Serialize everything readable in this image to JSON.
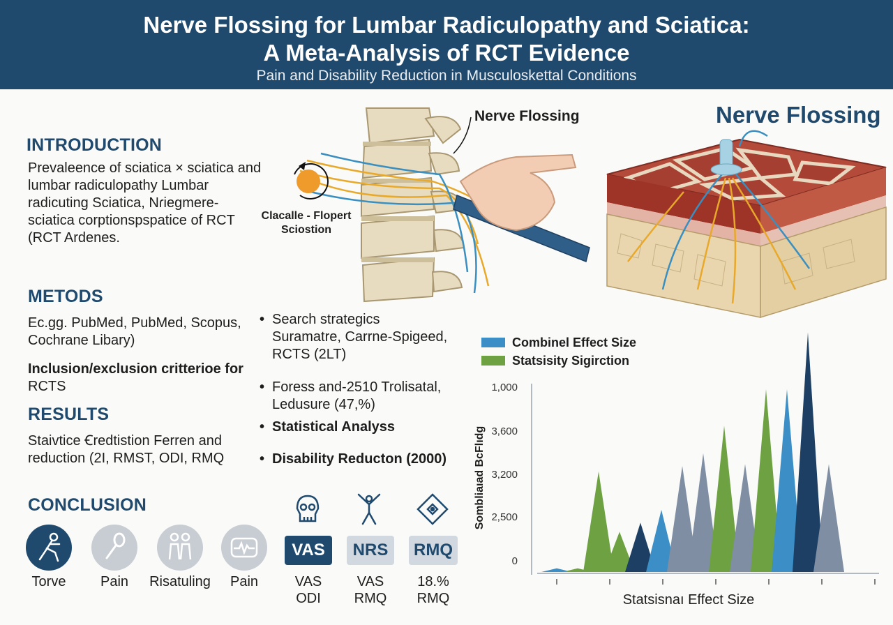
{
  "header": {
    "title_line1": "Nerve Flossing for Lumbar Radiculopathy and Sciatica:",
    "title_line2": "A Meta-Analysis of RCT Evidence",
    "subtitle": "Pain and Disability Reduction in Musculoskettal Conditions"
  },
  "introduction": {
    "heading": "INTRODUCTION",
    "lines": [
      "Prevaleence of sciatica × sciatica and",
      "lumbar radiculopathy Lumbar",
      "radicuting Sciatica, Nɾiegmere-",
      "sciatica corptionspspatice of RCT",
      "(RCT Ardenes."
    ]
  },
  "illustration": {
    "label_top": "Nerve Flossing",
    "label_left_line1": "Clacalle - Flopert",
    "label_left_line2": "Sciostion",
    "label_right": "Nerve Flossing"
  },
  "methods": {
    "heading": "METODS",
    "lines": [
      "Ec.gg. PubMed,  PubMed, Scopus,",
      "Cochrane Libary)"
    ],
    "inclusion_lines": [
      "Inclusion/exclusion critterioe for",
      "RCTS"
    ],
    "bullets": [
      {
        "lines": [
          "Search strategics",
          "Suramatre, Carrne-Spigeed,",
          "RCTS (2LT)"
        ]
      },
      {
        "lines": [
          "Foress and-2510 Trolisatal,",
          "Ledusure (47,%)"
        ]
      }
    ]
  },
  "results": {
    "heading": "RESULTS",
    "lines": [
      "Staivtice Ꞓredtistion Ferren and",
      "reduction (2I, RMST, ODI, RMQ"
    ],
    "bullets": [
      {
        "lines": [
          "Statistical Analyss"
        ]
      },
      {
        "lines": [
          "Disability Reducton (2000)"
        ]
      }
    ]
  },
  "conclusion": {
    "heading": "CONCLUSION",
    "icons": [
      {
        "icon": "runner-icon",
        "label": "Torve"
      },
      {
        "icon": "hammer-icon",
        "label": "Pain"
      },
      {
        "icon": "two-people-icon",
        "label": "Risatuling"
      },
      {
        "icon": "pain-wave-icon",
        "label": "Pain"
      }
    ],
    "badges": [
      {
        "icon": "skull-icon",
        "text": "VAS",
        "caption_line1": "VAS",
        "caption_line2": "ODI"
      },
      {
        "icon": "stretch-figure-icon",
        "text": "NRS",
        "caption_line1": "VAS",
        "caption_line2": "RMQ"
      },
      {
        "icon": "diamond-pattern-icon",
        "text": "RMQ",
        "caption_line1": "18.%",
        "caption_line2": "RMQ"
      }
    ]
  },
  "colors": {
    "navy": "#1f4a6e",
    "series_blue": "#3b8fc6",
    "series_green": "#6ea142",
    "dark_navy": "#1c3f63",
    "slate": "#7f8ea3"
  },
  "chart_data": {
    "type": "area",
    "xlabel": "Statsisnaı Effect Size",
    "ylabel": "Sombliaıad BcFlıdg",
    "y_tick_labels": [
      "1,000",
      "3,600",
      "3,200",
      "2,500",
      "0"
    ],
    "legend": [
      {
        "name": "Combinel Effect Size",
        "color": "#3b8fc6"
      },
      {
        "name": "Statsisity Sigirction",
        "color": "#6ea142"
      }
    ],
    "peaks": [
      {
        "x": 0.0,
        "height": 0.02,
        "color": "#3b8fc6"
      },
      {
        "x": 0.5,
        "height": 0.02,
        "color": "#6ea142"
      },
      {
        "x": 1.0,
        "height": 0.55,
        "color": "#6ea142"
      },
      {
        "x": 1.5,
        "height": 0.22,
        "color": "#6ea142"
      },
      {
        "x": 2.0,
        "height": 0.27,
        "color": "#1c3f63"
      },
      {
        "x": 2.5,
        "height": 0.34,
        "color": "#3b8fc6"
      },
      {
        "x": 3.0,
        "height": 0.58,
        "color": "#7f8ea3"
      },
      {
        "x": 3.5,
        "height": 0.65,
        "color": "#7f8ea3"
      },
      {
        "x": 4.0,
        "height": 0.8,
        "color": "#6ea142"
      },
      {
        "x": 4.5,
        "height": 0.59,
        "color": "#7f8ea3"
      },
      {
        "x": 5.0,
        "height": 1.0,
        "color": "#6ea142"
      },
      {
        "x": 5.5,
        "height": 1.0,
        "color": "#3b8fc6"
      },
      {
        "x": 6.0,
        "height": 1.31,
        "color": "#1c3f63"
      },
      {
        "x": 6.5,
        "height": 0.59,
        "color": "#7f8ea3"
      }
    ]
  }
}
